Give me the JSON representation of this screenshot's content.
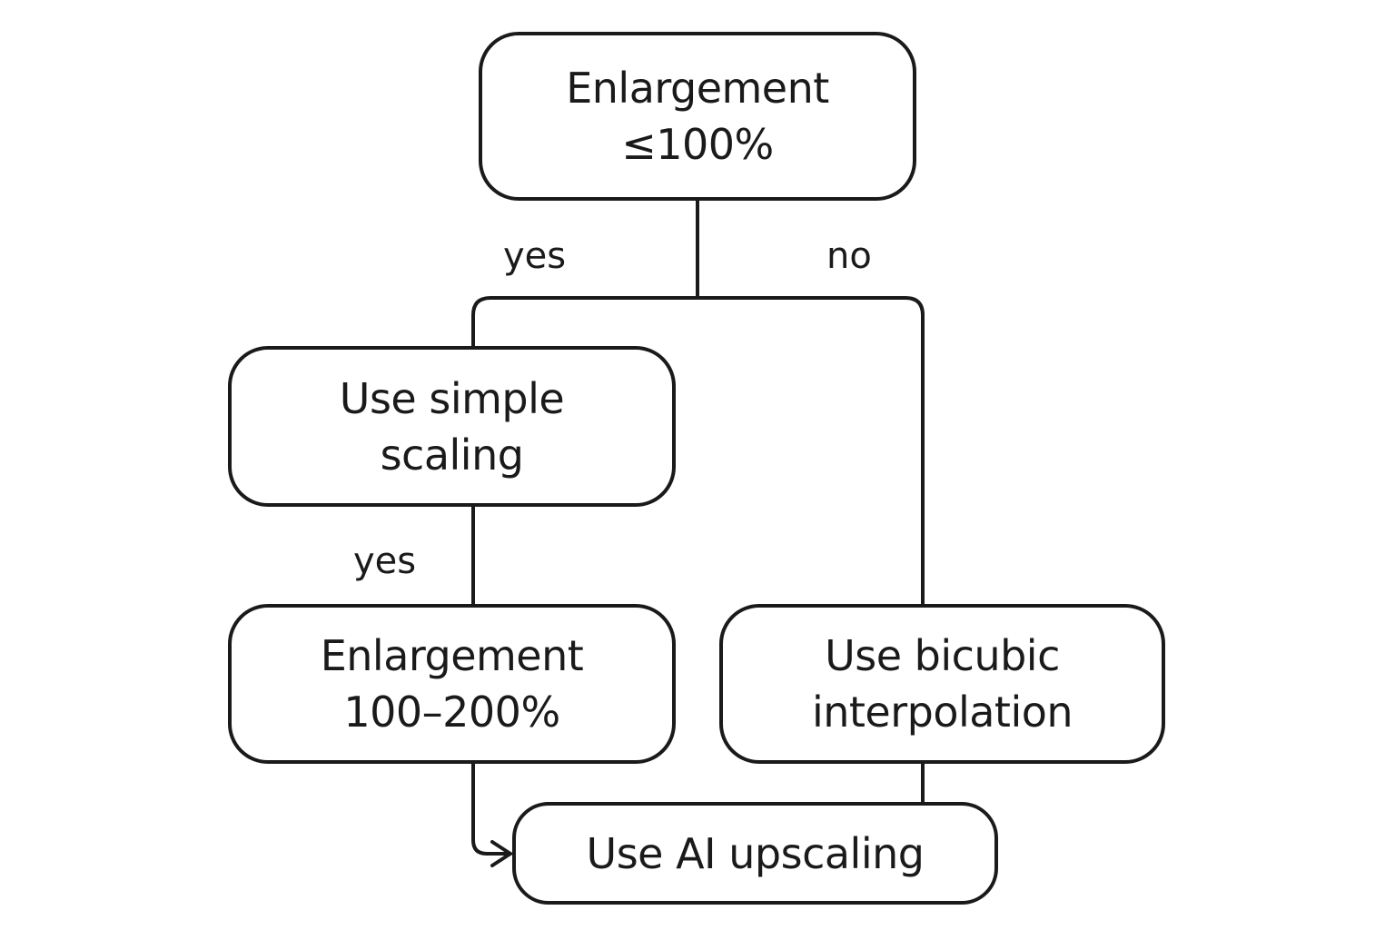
{
  "nodes": {
    "enlarge_100": {
      "lines": [
        "Enlargement",
        "≤100%"
      ]
    },
    "simple_scaling": {
      "lines": [
        "Use simple",
        "scaling"
      ]
    },
    "enlarge_100_200": {
      "lines": [
        "Enlargement",
        "100–200%"
      ]
    },
    "bicubic": {
      "lines": [
        "Use bicubic",
        "interpolation"
      ]
    },
    "ai_upscaling": {
      "lines": [
        "Use AI upscaling"
      ]
    }
  },
  "edge_labels": {
    "top_yes": "yes",
    "top_no": "no",
    "middle_yes": "yes"
  },
  "colors": {
    "stroke": "#1a1a1a",
    "background": "#ffffff"
  }
}
